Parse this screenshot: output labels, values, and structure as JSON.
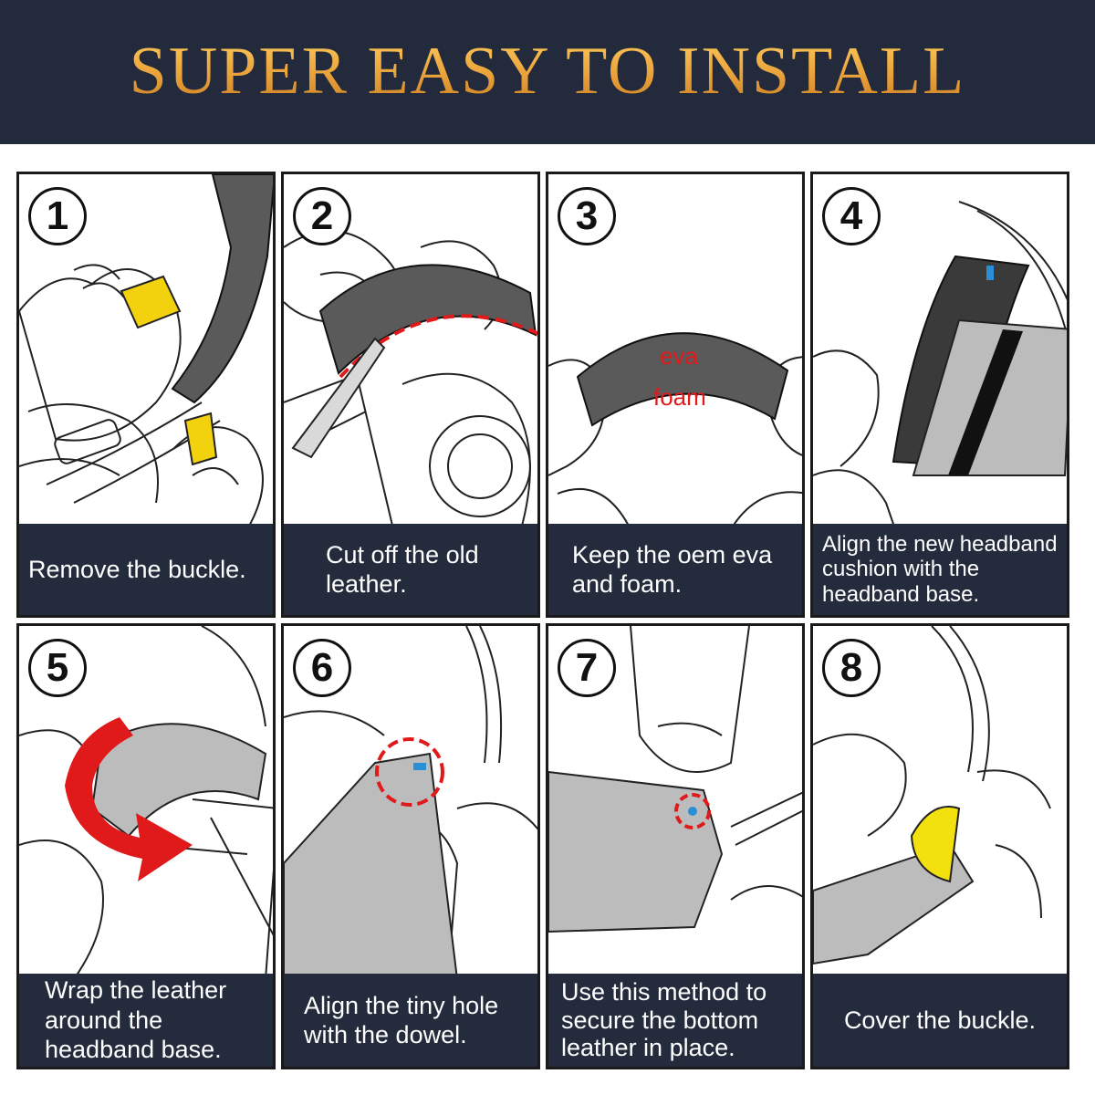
{
  "banner": {
    "title": "SUPER EASY TO INSTALL"
  },
  "colors": {
    "banner_bg": "#222a3b",
    "title_gold": "#e7a33c",
    "caption_bg": "#232b3c",
    "highlight_red": "#e01a1a",
    "buckle_yellow": "#f2d20f",
    "pin_blue": "#2a8fd6"
  },
  "steps": [
    {
      "number": "1",
      "caption": "Remove the buckle."
    },
    {
      "number": "2",
      "caption": "Cut off the old leather."
    },
    {
      "number": "3",
      "caption": "Keep the oem eva and foam.",
      "labels": [
        "eva",
        "foam"
      ]
    },
    {
      "number": "4",
      "caption": "Align the new headband cushion with the headband base."
    },
    {
      "number": "5",
      "caption": "Wrap the leather around the headband base."
    },
    {
      "number": "6",
      "caption": "Align the tiny hole with the dowel."
    },
    {
      "number": "7",
      "caption": "Use this method to secure the bottom leather in place."
    },
    {
      "number": "8",
      "caption": "Cover the buckle."
    }
  ]
}
